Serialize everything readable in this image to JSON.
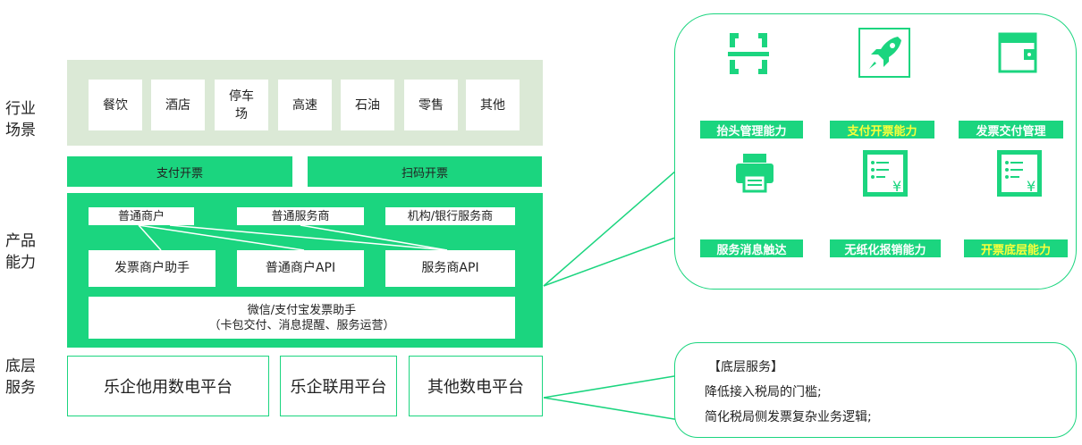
{
  "row_labels": {
    "industry": "行业\n场景",
    "product": "产品\n能力",
    "base": "底层\n服务"
  },
  "scenes": [
    "餐饮",
    "酒店",
    "停车\n场",
    "高速",
    "石油",
    "零售",
    "其他"
  ],
  "bars": {
    "pay_invoice": "支付开票",
    "scan_invoice": "扫码开票"
  },
  "merchant_types": {
    "normal_merchant": "普通商户",
    "normal_provider": "普通服务商",
    "bank_provider": "机构/银行服务商"
  },
  "products": {
    "invoice_assistant": "发票商户助手",
    "merchant_api": "普通商户API",
    "provider_api": "服务商API"
  },
  "wechat_box": {
    "line1": "微信/支付宝发票助手",
    "line2": "（卡包交付、消息提醒、服务运营）"
  },
  "platforms": {
    "leqi_other": "乐企他用数电平台",
    "leqi_joint": "乐企联用平台",
    "other": "其他数电平台"
  },
  "capabilities": [
    {
      "label": "抬头管理能力",
      "icon": "scan-bracket-icon",
      "yellow": false
    },
    {
      "label": "支付开票能力",
      "icon": "rocket-icon",
      "yellow": true
    },
    {
      "label": "发票交付管理",
      "icon": "wallet-icon",
      "yellow": false
    },
    {
      "label": "服务消息触达",
      "icon": "printer-icon",
      "yellow": false
    },
    {
      "label": "无纸化报销能力",
      "icon": "invoice-yen-icon",
      "yellow": false
    },
    {
      "label": "开票底层能力",
      "icon": "invoice-yen-icon",
      "yellow": true
    }
  ],
  "base_service": {
    "title": "【底层服务】",
    "line1": "降低接入税局的门槛;",
    "line2": "简化税局侧发票复杂业务逻辑;"
  },
  "colors": {
    "accent_green": "#1bd57f",
    "scene_bg": "#dbe9d6",
    "label_yellow": "#fbff3a"
  }
}
